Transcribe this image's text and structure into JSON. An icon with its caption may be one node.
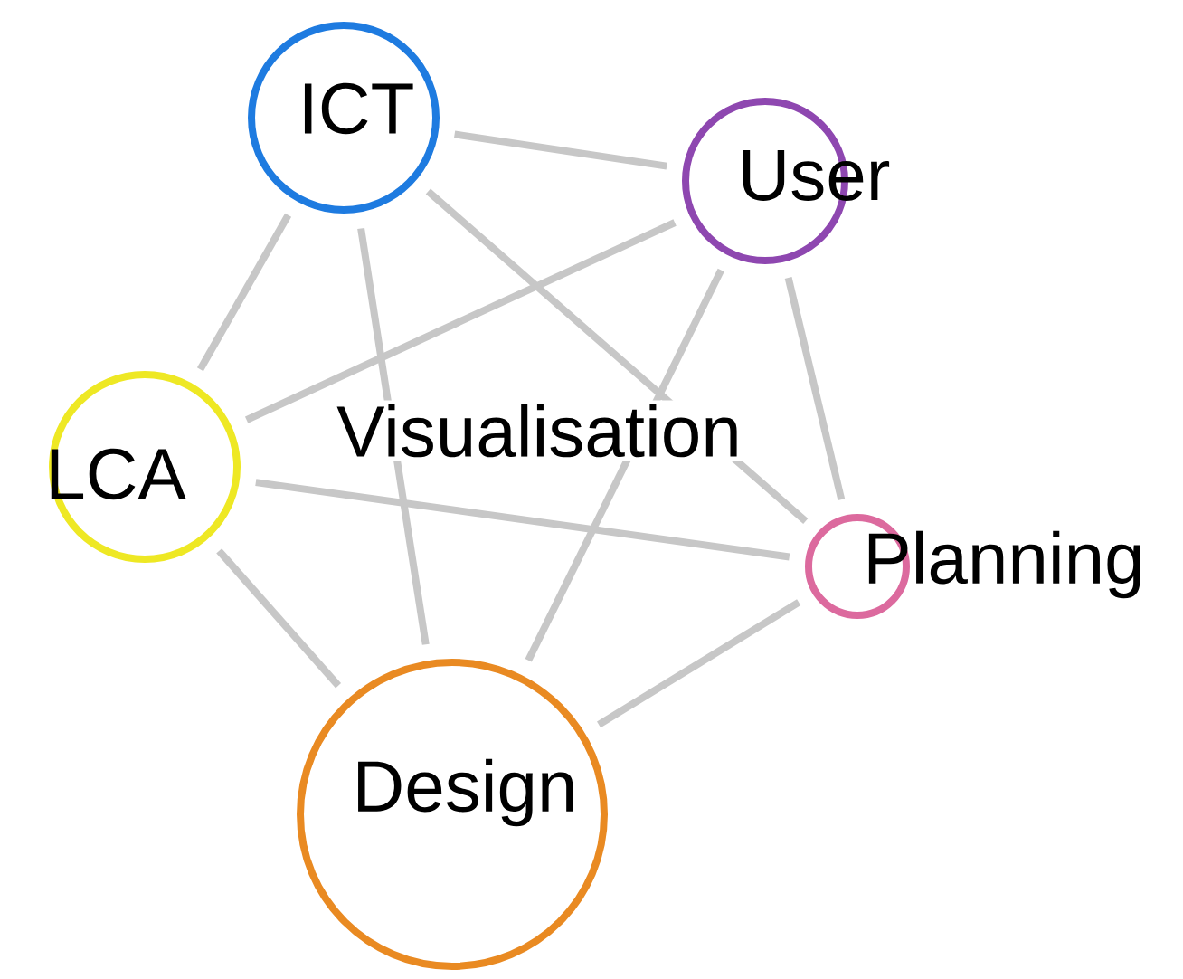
{
  "diagram": {
    "nodes": [
      {
        "text": [
          "ICT"
        ]
      },
      {
        "text": [
          "User"
        ]
      },
      {
        "text": [
          "LCA"
        ]
      },
      {
        "text": [
          "Planning"
        ]
      },
      {
        "text": [
          "Design"
        ]
      }
    ],
    "edges": [
      {
        "from": 0,
        "to": 1,
        "arrow": "none"
      },
      {
        "from": 0,
        "to": 2,
        "arrow": "none"
      },
      {
        "from": 0,
        "to": 4,
        "arrow": "none"
      },
      {
        "from": 0,
        "to": 3,
        "arrow": "none"
      },
      {
        "from": 1,
        "to": 2,
        "arrow": "none"
      },
      {
        "from": 1,
        "to": 4,
        "arrow": "none"
      },
      {
        "from": 1,
        "to": 3,
        "arrow": "none"
      },
      {
        "from": 2,
        "to": 3,
        "arrow": "none"
      },
      {
        "from": 2,
        "to": 4,
        "arrow": "none"
      },
      {
        "from": 4,
        "to": 3,
        "arrow": "none"
      }
    ],
    "labels": [
      "Visualisation"
    ]
  }
}
